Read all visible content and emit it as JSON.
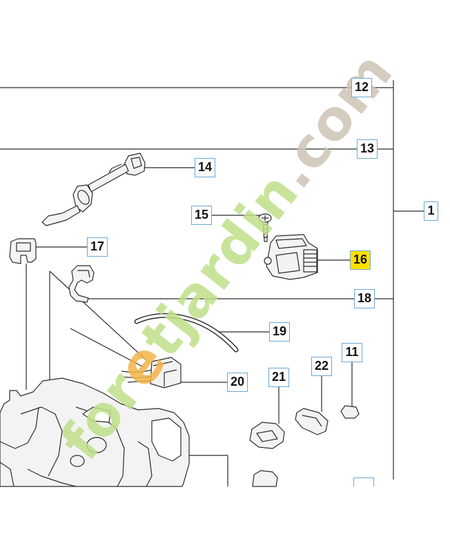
{
  "callouts": [
    {
      "label": "12"
    },
    {
      "label": "13"
    },
    {
      "label": "14"
    },
    {
      "label": "1"
    },
    {
      "label": "15"
    },
    {
      "label": "16",
      "highlighted": true
    },
    {
      "label": "17"
    },
    {
      "label": "18"
    },
    {
      "label": "19"
    },
    {
      "label": "11"
    },
    {
      "label": "22"
    },
    {
      "label": "21"
    },
    {
      "label": "20"
    }
  ],
  "colors": {
    "highlight": "#ffe100",
    "callout_border": "#6aa8d4",
    "line": "#2b2b2b",
    "part_fill": "#f3f3f3"
  },
  "watermark": {
    "segments": [
      {
        "text": "for",
        "color": "#bfe08a"
      },
      {
        "text": "e",
        "color": "#f5b347"
      },
      {
        "text": "tjardin",
        "color": "#bfe08a"
      },
      {
        "text": ".com",
        "color": "#cdc4b4"
      }
    ]
  }
}
